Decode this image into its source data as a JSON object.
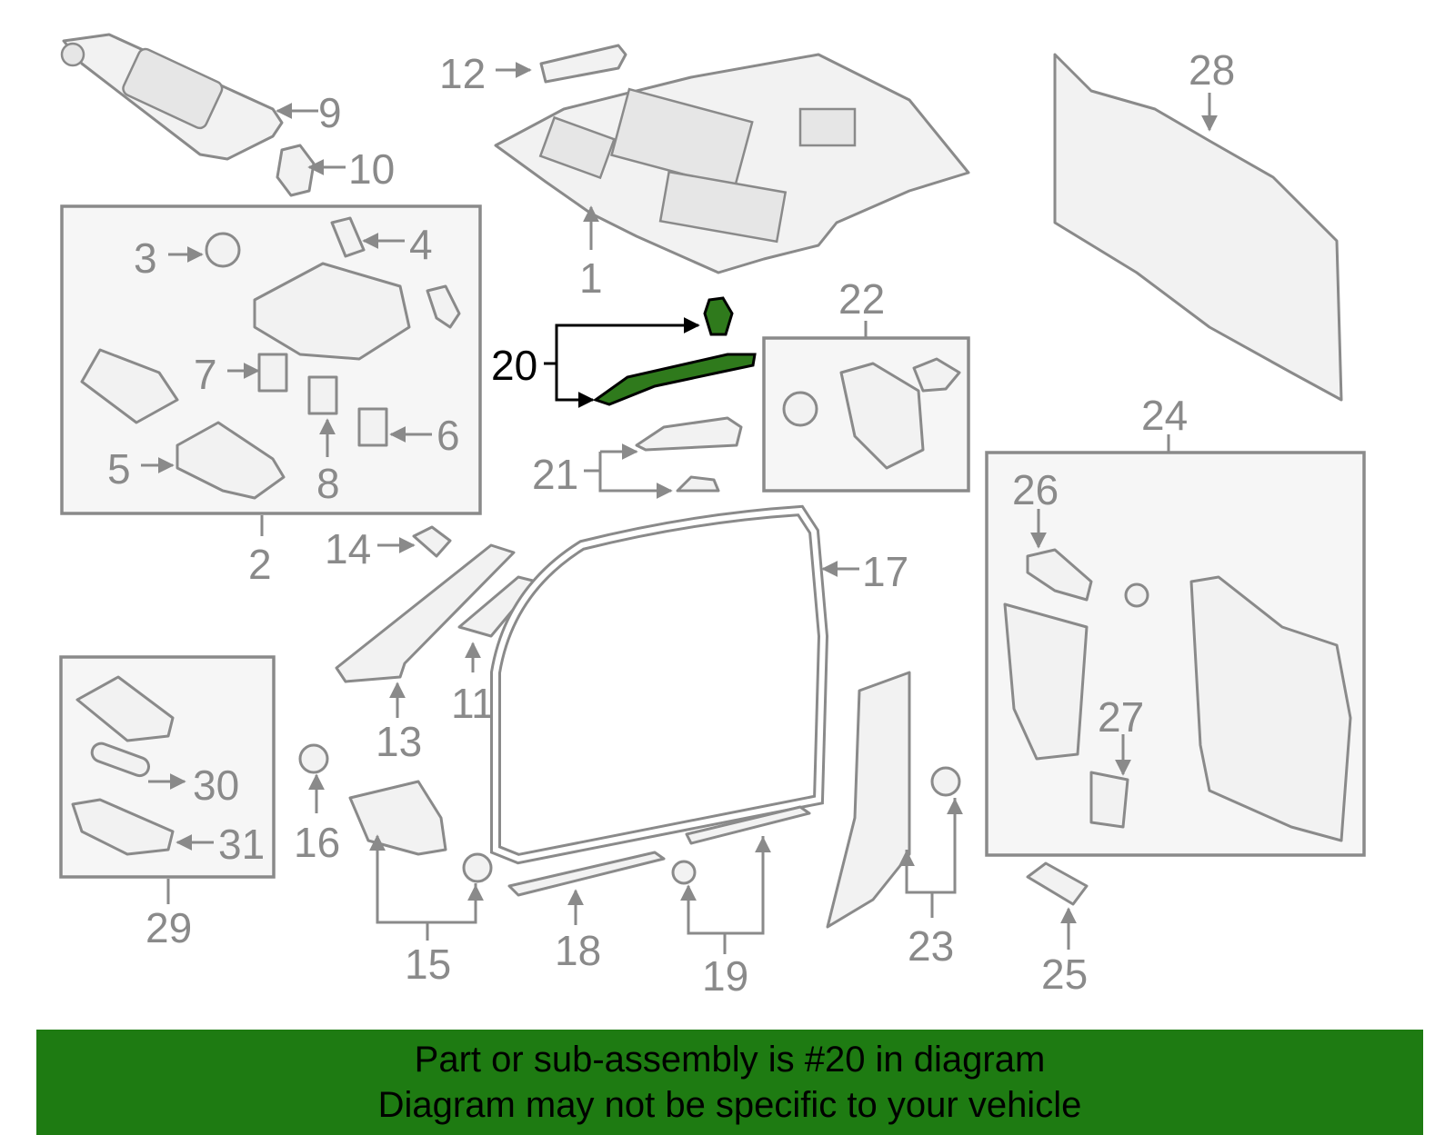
{
  "highlight_color": "#2f7a1c",
  "banner_color": "#1e7b12",
  "callouts": {
    "n1": "1",
    "n2": "2",
    "n3": "3",
    "n4": "4",
    "n5": "5",
    "n6": "6",
    "n7": "7",
    "n8": "8",
    "n9": "9",
    "n10": "10",
    "n11": "11",
    "n12": "12",
    "n13": "13",
    "n14": "14",
    "n15": "15",
    "n16": "16",
    "n17": "17",
    "n18": "18",
    "n19": "19",
    "n20": "20",
    "n21": "21",
    "n22": "22",
    "n23": "23",
    "n24": "24",
    "n25": "25",
    "n26": "26",
    "n27": "27",
    "n28": "28",
    "n29": "29",
    "n30": "30",
    "n31": "31"
  },
  "banner": {
    "line1": "Part or sub-assembly is #20 in diagram",
    "line2": "Diagram may not be specific to your vehicle"
  }
}
